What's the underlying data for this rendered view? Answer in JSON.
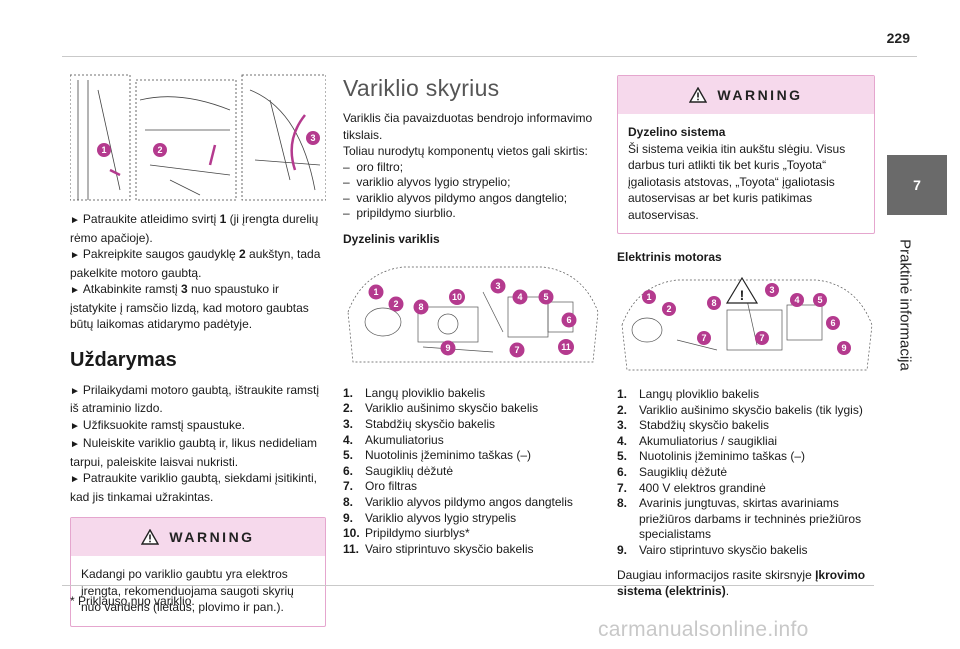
{
  "page": {
    "number": "229",
    "chapter_number": "7",
    "chapter_title": "Praktinė informacija"
  },
  "col1": {
    "steps": [
      {
        "arrow": "►",
        "before": "Patraukite atleidimo svirtį ",
        "bold": "1",
        "after": " (ji įrengta durelių rėmo apačioje)."
      },
      {
        "arrow": "►",
        "before": "Pakreipkite saugos gaudyklę ",
        "bold": "2",
        "after": " aukštyn, tada pakelkite motoro gaubtą."
      },
      {
        "arrow": "►",
        "before": "Atkabinkite ramstį ",
        "bold": "3",
        "after": " nuo spaustuko ir įstatykite į ramsčio lizdą, kad motoro gaubtas būtų laikomas atidarymo padėtyje."
      }
    ],
    "section_title": "Uždarymas",
    "close_steps": [
      {
        "arrow": "►",
        "text": "Prilaikydami motoro gaubtą, ištraukite ramstį iš atraminio lizdo."
      },
      {
        "arrow": "►",
        "text": "Užfiksuokite ramstį spaustuke."
      },
      {
        "arrow": "►",
        "text": "Nuleiskite variklio gaubtą ir, likus nedideliam tarpui, paleiskite laisvai nukristi."
      },
      {
        "arrow": "►",
        "text": "Patraukite variklio gaubtą, siekdami įsitikinti, kad jis tinkamai užrakintas."
      }
    ],
    "warning": {
      "title": "WARNING",
      "body": "Kadangi po variklio gaubtu yra elektros įrengta, rekomenduojama saugoti skyrių nuo vandens (lietaus, plovimo ir pan.)."
    },
    "callouts": [
      "1",
      "2",
      "3"
    ]
  },
  "col2": {
    "title": "Variklio skyrius",
    "intro": "Variklis čia pavaizduotas bendrojo informavimo tikslais.",
    "intro2": "Toliau nurodytų komponentų vietos gali skirtis:",
    "dashes": [
      "oro filtro;",
      "variklio alyvos lygio strypelio;",
      "variklio alyvos pildymo angos dangtelio;",
      "pripildymo siurblio."
    ],
    "subtitle": "Dyzelinis variklis",
    "callouts": [
      "1",
      "2",
      "8",
      "10",
      "3",
      "4",
      "5",
      "6",
      "9",
      "7",
      "11"
    ],
    "items": [
      {
        "n": "1.",
        "t": "Langų ploviklio bakelis"
      },
      {
        "n": "2.",
        "t": "Variklio aušinimo skysčio bakelis"
      },
      {
        "n": "3.",
        "t": "Stabdžių skysčio bakelis"
      },
      {
        "n": "4.",
        "t": "Akumuliatorius"
      },
      {
        "n": "5.",
        "t": "Nuotolinis įžeminimo taškas (–)"
      },
      {
        "n": "6.",
        "t": "Saugiklių dėžutė"
      },
      {
        "n": "7.",
        "t": "Oro filtras"
      },
      {
        "n": "8.",
        "t": "Variklio alyvos pildymo angos dangtelis"
      },
      {
        "n": "9.",
        "t": "Variklio alyvos lygio strypelis"
      },
      {
        "n": "10.",
        "t": "Pripildymo siurblys*"
      },
      {
        "n": "11.",
        "t": "Vairo stiprintuvo skysčio bakelis"
      }
    ]
  },
  "col3": {
    "warning": {
      "title": "WARNING",
      "heading": "Dyzelino sistema",
      "body": "Ši sistema veikia itin aukštu slėgiu. Visus darbus turi atlikti tik bet kuris „Toyota“ įgaliotasis atstovas, „Toyota“ įgaliotasis autoservisas ar bet kuris patikimas autoservisas."
    },
    "subtitle": "Elektrinis motoras",
    "callouts": [
      "1",
      "2",
      "8",
      "3",
      "4",
      "5",
      "6",
      "7",
      "7",
      "9"
    ],
    "items": [
      {
        "n": "1.",
        "t": "Langų ploviklio bakelis"
      },
      {
        "n": "2.",
        "t": "Variklio aušinimo skysčio bakelis (tik lygis)"
      },
      {
        "n": "3.",
        "t": "Stabdžių skysčio bakelis"
      },
      {
        "n": "4.",
        "t": "Akumuliatorius / saugikliai"
      },
      {
        "n": "5.",
        "t": "Nuotolinis įžeminimo taškas (–)"
      },
      {
        "n": "6.",
        "t": "Saugiklių dėžutė"
      },
      {
        "n": "7.",
        "t": "400 V elektros grandinė"
      },
      {
        "n": "8.",
        "t": "Avarinis jungtuvas, skirtas avariniams priežiūros darbams ir techninės priežiūros specialistams"
      },
      {
        "n": "9.",
        "t": "Vairo stiprintuvo skysčio bakelis"
      }
    ],
    "outro_before": "Daugiau informacijos rasite skirsnyje ",
    "outro_bold": "Įkrovimo sistema (elektrinis)",
    "outro_after": "."
  },
  "footnote": "* Priklauso nuo variklio.",
  "watermark": "carmanualsonline.info",
  "colors": {
    "callout": "#b43a8e",
    "warning_bg": "#f6d9ec",
    "tab": "#6a6a6a"
  }
}
